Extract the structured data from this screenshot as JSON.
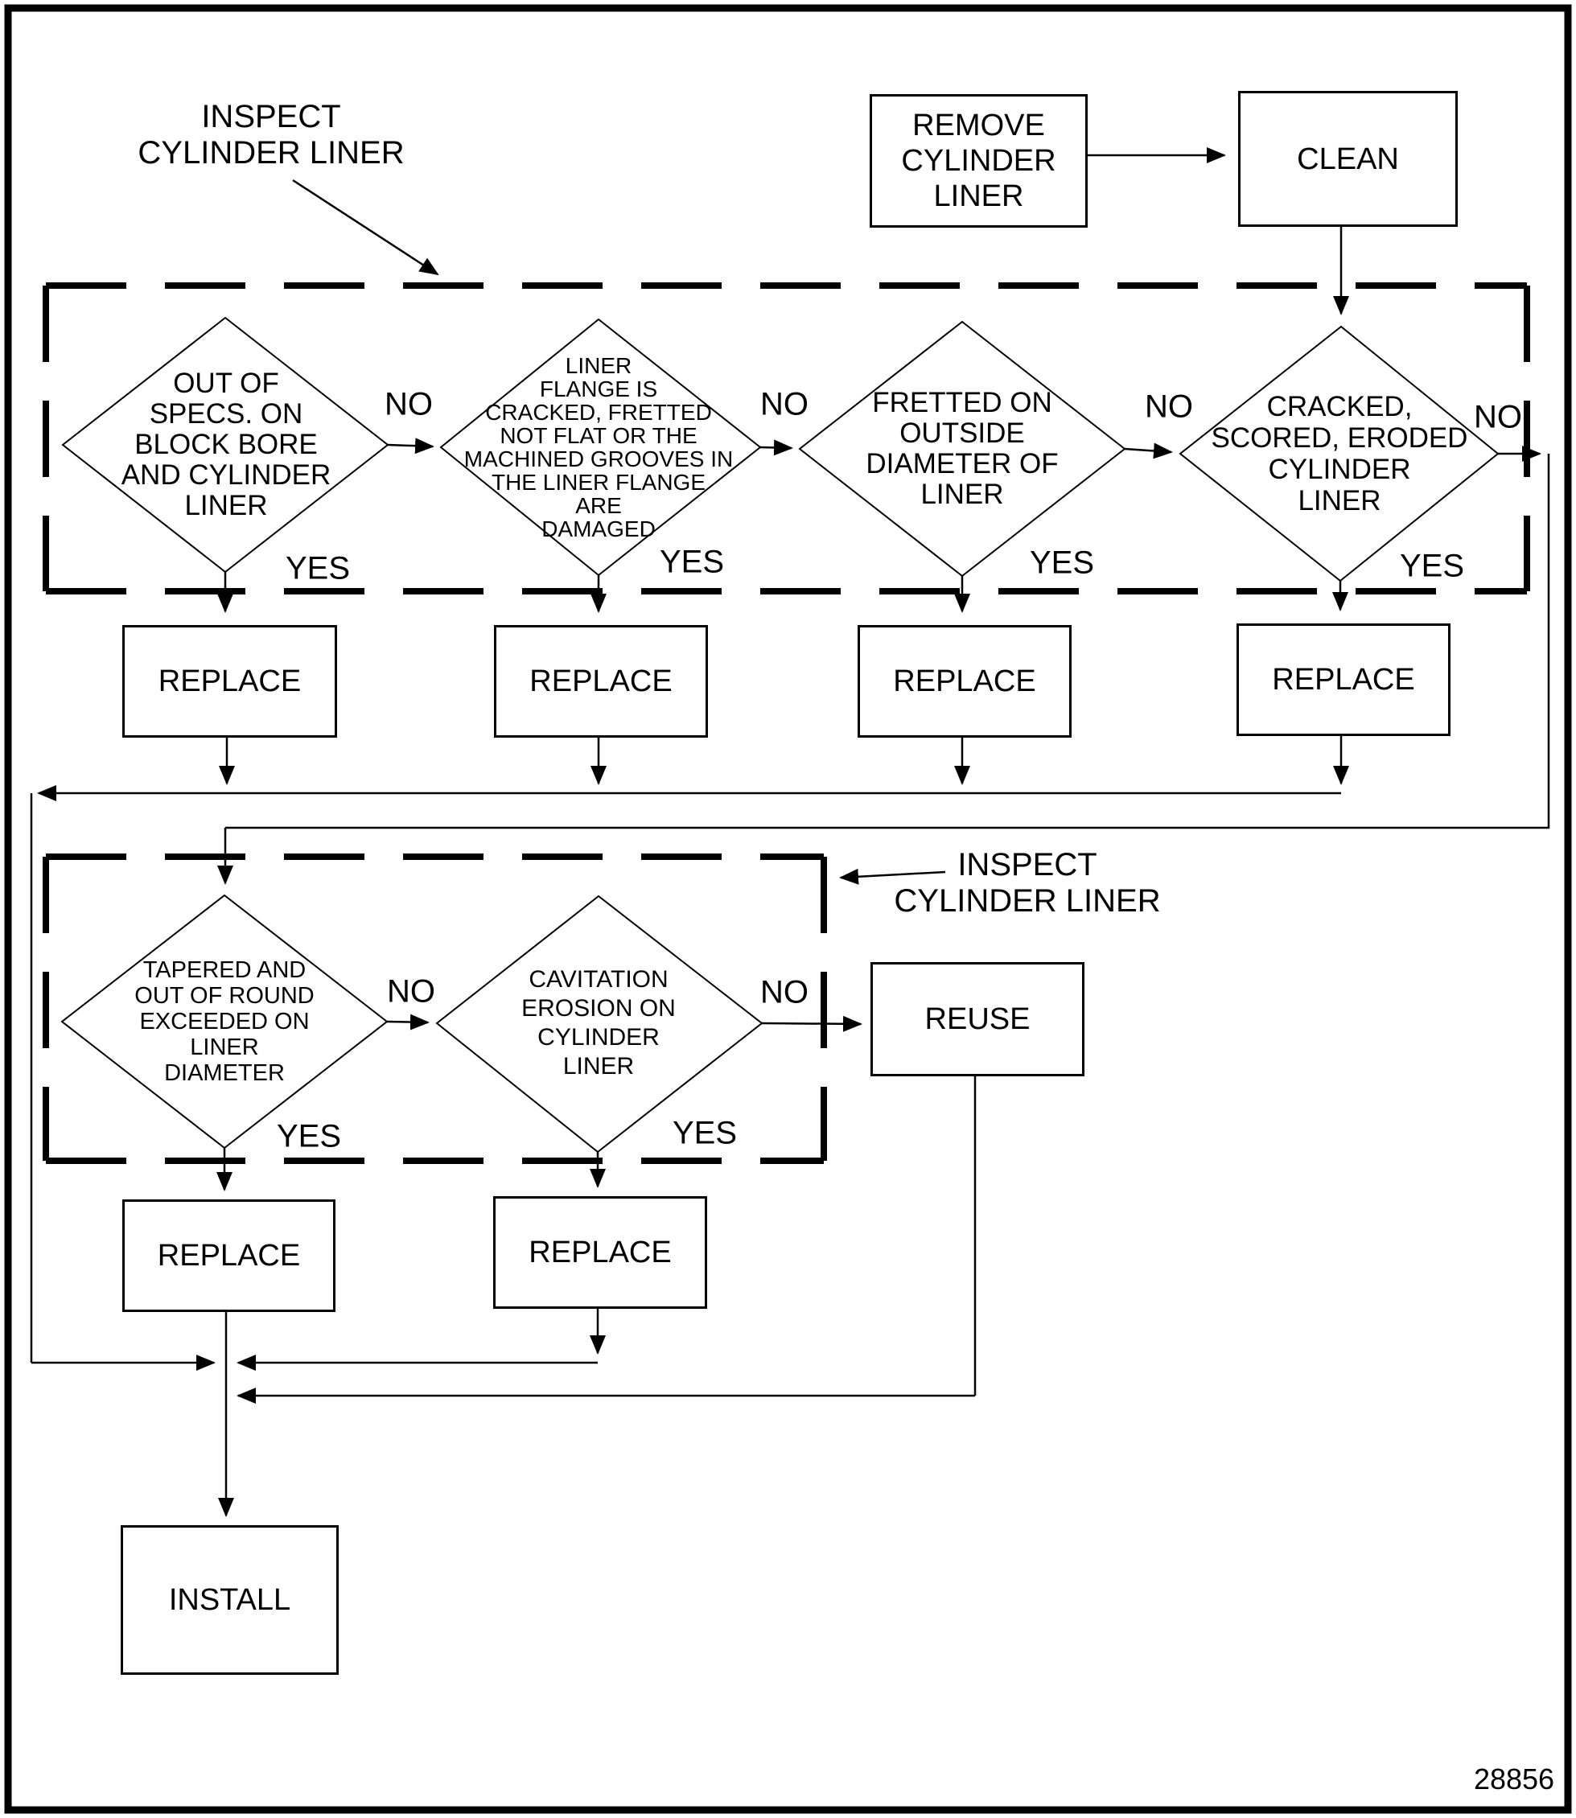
{
  "figure_number": "28856",
  "branch": {
    "no": "NO",
    "yes": "YES"
  },
  "callouts": {
    "top": {
      "line1": "INSPECT",
      "line2": "CYLINDER LINER"
    },
    "middle": {
      "line1": "INSPECT",
      "line2": "CYLINDER LINER"
    }
  },
  "nodes": {
    "remove": {
      "line1": "REMOVE",
      "line2": "CYLINDER",
      "line3": "LINER"
    },
    "clean": {
      "label": "CLEAN"
    },
    "replace": {
      "label": "REPLACE"
    },
    "reuse": {
      "label": "REUSE"
    },
    "install": {
      "label": "INSTALL"
    }
  },
  "decisions": {
    "out_of_specs": {
      "l1": "OUT OF",
      "l2": "SPECS. ON",
      "l3": "BLOCK BORE",
      "l4": "AND CYLINDER",
      "l5": "LINER"
    },
    "liner_flange": {
      "l1": "LINER",
      "l2": "FLANGE IS",
      "l3": "CRACKED, FRETTED",
      "l4": "NOT FLAT OR THE",
      "l5": "MACHINED GROOVES IN",
      "l6": "THE LINER FLANGE",
      "l7": "ARE",
      "l8": "DAMAGED"
    },
    "fretted": {
      "l1": "FRETTED ON",
      "l2": "OUTSIDE",
      "l3": "DIAMETER OF",
      "l4": "LINER"
    },
    "cracked": {
      "l1": "CRACKED,",
      "l2": "SCORED, ERODED",
      "l3": "CYLINDER",
      "l4": "LINER"
    },
    "tapered": {
      "l1": "TAPERED AND",
      "l2": "OUT OF ROUND",
      "l3": "EXCEEDED ON",
      "l4": "LINER",
      "l5": "DIAMETER"
    },
    "cavitation": {
      "l1": "CAVITATION",
      "l2": "EROSION ON",
      "l3": "CYLINDER",
      "l4": "LINER"
    }
  }
}
